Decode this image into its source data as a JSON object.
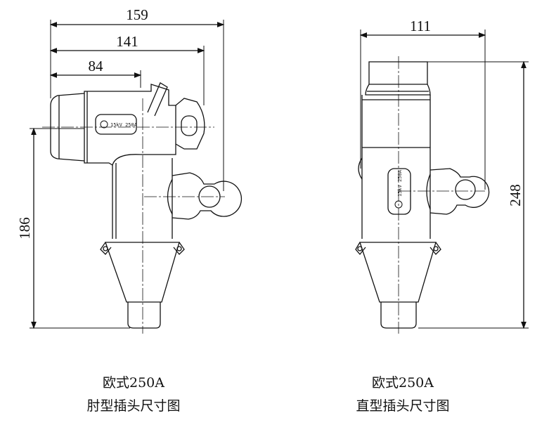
{
  "left_drawing": {
    "dimensions": {
      "overall_width": "159",
      "middle_width": "141",
      "short_width": "84",
      "height": "186"
    },
    "nameplate": "15kV 250A",
    "caption_line1": "欧式250A",
    "caption_line2": "肘型插头尺寸图"
  },
  "right_drawing": {
    "dimensions": {
      "width": "111",
      "height": "248"
    },
    "nameplate": "15kV 250A",
    "caption_line1": "欧式250A",
    "caption_line2": "直型插头尺寸图"
  },
  "colors": {
    "line": "#111111",
    "background": "#ffffff"
  }
}
